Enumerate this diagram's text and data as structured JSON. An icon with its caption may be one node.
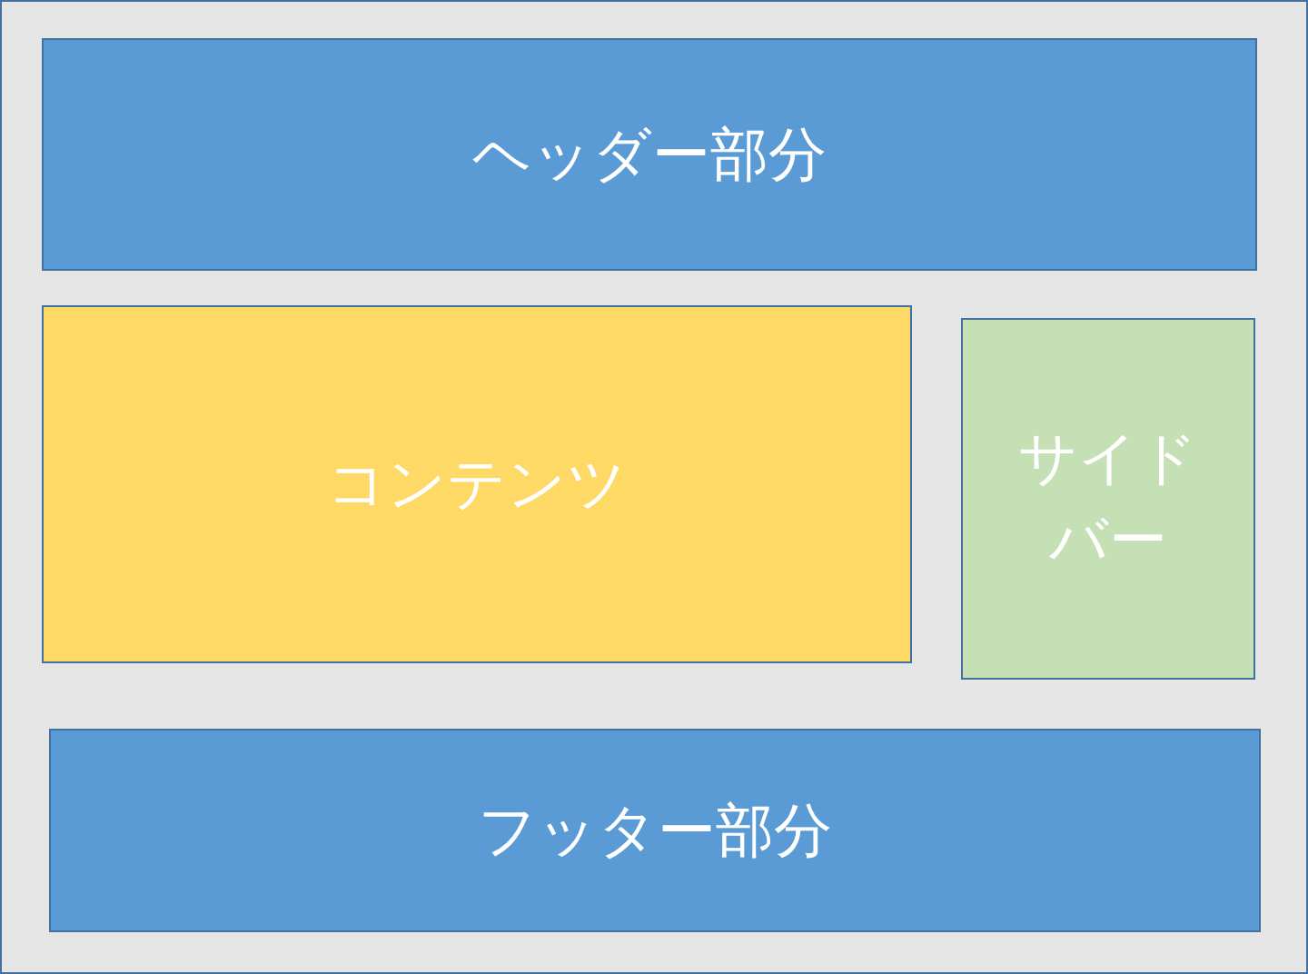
{
  "diagram": {
    "nodes": [
      {
        "text": [],
        "shape": "box"
      },
      {
        "text": [
          "ヘッダー部分"
        ],
        "in": 0
      },
      {
        "text": [
          "コンテンツ"
        ],
        "in": 0
      },
      {
        "text": [
          "サイドバー"
        ],
        "in": 0
      },
      {
        "text": [
          "フッター部分"
        ],
        "in": 0
      }
    ]
  }
}
